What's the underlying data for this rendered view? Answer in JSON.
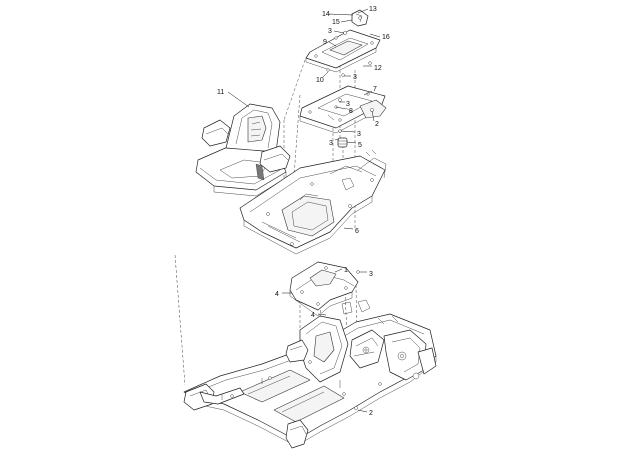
{
  "callouts": [
    {
      "id": "c13",
      "label": "13"
    },
    {
      "id": "c14",
      "label": "14"
    },
    {
      "id": "c15",
      "label": "15"
    },
    {
      "id": "c3a",
      "label": "3"
    },
    {
      "id": "c16",
      "label": "16"
    },
    {
      "id": "c9",
      "label": "9"
    },
    {
      "id": "c12",
      "label": "12"
    },
    {
      "id": "c10",
      "label": "10"
    },
    {
      "id": "c3b",
      "label": "3"
    },
    {
      "id": "c11",
      "label": "11"
    },
    {
      "id": "c7",
      "label": "7"
    },
    {
      "id": "c3c",
      "label": "3"
    },
    {
      "id": "c8",
      "label": "8"
    },
    {
      "id": "c2a",
      "label": "2"
    },
    {
      "id": "c3d",
      "label": "3"
    },
    {
      "id": "c3e",
      "label": "3"
    },
    {
      "id": "c5",
      "label": "5"
    },
    {
      "id": "c6",
      "label": "6"
    },
    {
      "id": "c1",
      "label": "1"
    },
    {
      "id": "c3f",
      "label": "3"
    },
    {
      "id": "c4a",
      "label": "4"
    },
    {
      "id": "c4b",
      "label": "4"
    },
    {
      "id": "c2b",
      "label": "2"
    }
  ]
}
